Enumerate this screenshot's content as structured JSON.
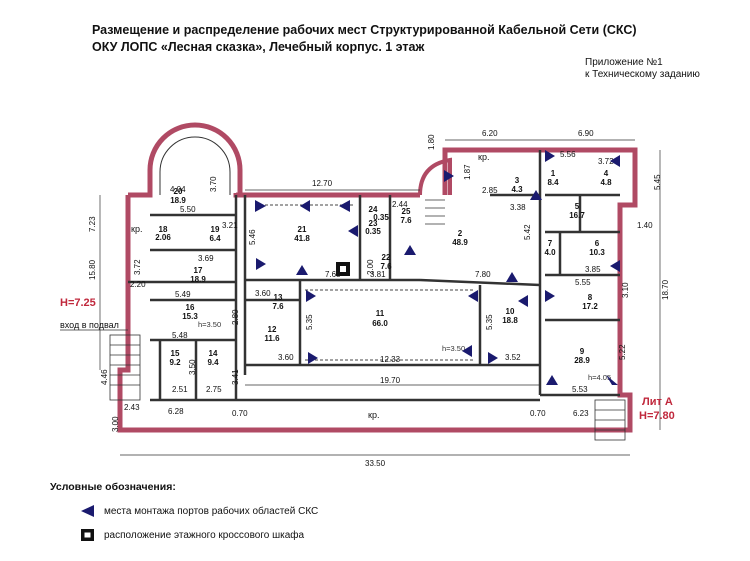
{
  "title": {
    "line1": "Размещение и распределение рабочих мест Структурированной Кабельной Сети (СКС)",
    "line2": "ОКУ ЛОПС «Лесная сказка», Лечебный корпус. 1 этаж"
  },
  "appendix": {
    "line1": "Приложение №1",
    "line2": "к Техническому заданию"
  },
  "plan": {
    "elev_left": "H=7.25",
    "elev_right": "H=7.80",
    "lit": "Лит А",
    "basement": "вход в подвал",
    "corridor": "кр.",
    "heights": [
      "h=3.50",
      "h=3.50",
      "h=4.05"
    ],
    "dims": [
      "12.70",
      "6.20",
      "6.90",
      "1.80",
      "7.23",
      "15.80",
      "4.46",
      "2.43",
      "3.00",
      "6.28",
      "0.70",
      "19.70",
      "0.70",
      "6.23",
      "33.50",
      "18.70",
      "5.45",
      "1.40",
      "5.50",
      "5.46",
      "7.65",
      "3.81",
      "5.49",
      "3.60",
      "12.33",
      "3.52",
      "3.60",
      "7.80",
      "5.53",
      "5.22",
      "3.10",
      "3.85",
      "5.55",
      "3.38",
      "2.85",
      "1.87",
      "5.56",
      "3.72",
      "2.20",
      "2.51",
      "2.75",
      "5.48",
      "3.69",
      "3.21",
      "4.04",
      "3.70",
      "2.44",
      "2.00",
      "3.41",
      "5.35",
      "5.35",
      "2.80",
      "3.50",
      "3.72",
      "5.42"
    ],
    "rooms": [
      {
        "num": "20",
        "area": "18.9"
      },
      {
        "num": "18",
        "area": "2.06"
      },
      {
        "num": "19",
        "area": "6.4"
      },
      {
        "num": "17",
        "area": "18.9"
      },
      {
        "num": "16",
        "area": "15.3"
      },
      {
        "num": "15",
        "area": "9.2"
      },
      {
        "num": "14",
        "area": "9.4"
      },
      {
        "num": "21",
        "area": "41.8"
      },
      {
        "num": "23",
        "area": "0.35"
      },
      {
        "num": "24",
        "area": "0.35"
      },
      {
        "num": "25",
        "area": "7.6"
      },
      {
        "num": "22",
        "area": "7.6"
      },
      {
        "num": "13",
        "area": "7.6"
      },
      {
        "num": "12",
        "area": "11.6"
      },
      {
        "num": "11",
        "area": "66.0"
      },
      {
        "num": "10",
        "area": "18.8"
      },
      {
        "num": "2",
        "area": "48.9"
      },
      {
        "num": "3",
        "area": "4.3"
      },
      {
        "num": "4",
        "area": "4.8"
      },
      {
        "num": "1",
        "area": "8.4"
      },
      {
        "num": "5",
        "area": "16.7"
      },
      {
        "num": "6",
        "area": "10.3"
      },
      {
        "num": "7",
        "area": "4.0"
      },
      {
        "num": "8",
        "area": "17.2"
      },
      {
        "num": "9",
        "area": "28.9"
      }
    ]
  },
  "legend": {
    "title": "Условные обозначения:",
    "ports_label": "места монтажа портов рабочих областей СКС",
    "cabinet_label": "расположение этажного кроссового шкафа",
    "port_color": "#1a1a6e",
    "wall_color": "#c0506a"
  }
}
